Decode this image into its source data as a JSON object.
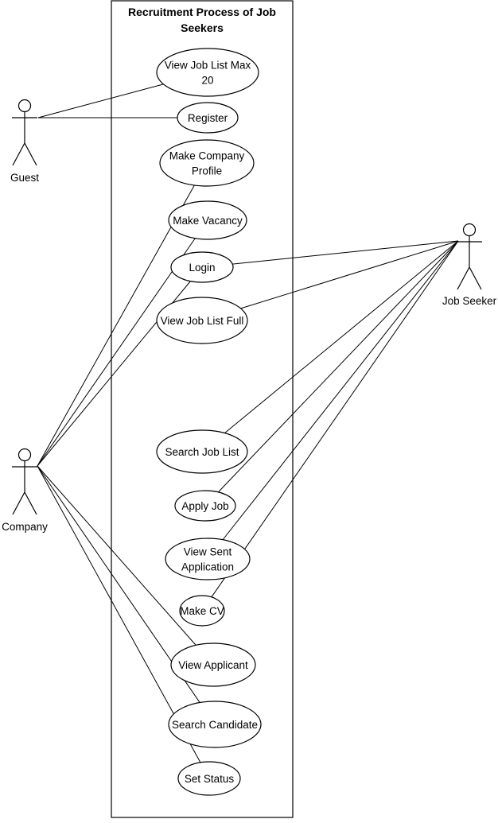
{
  "diagram": {
    "type": "uml-use-case",
    "system_boundary": {
      "title_lines": [
        "Recruitment Process of Job",
        "Seekers"
      ]
    },
    "actors": [
      {
        "id": "guest",
        "label": "Guest"
      },
      {
        "id": "jobseeker",
        "label": "Job Seeker"
      },
      {
        "id": "company",
        "label": "Company"
      }
    ],
    "use_cases": [
      {
        "id": "view_job_list_max",
        "lines": [
          "View Job List Max",
          "20"
        ]
      },
      {
        "id": "register",
        "lines": [
          "Register"
        ]
      },
      {
        "id": "make_company_profile",
        "lines": [
          "Make Company",
          "Profile"
        ]
      },
      {
        "id": "make_vacancy",
        "lines": [
          "Make Vacancy"
        ]
      },
      {
        "id": "login",
        "lines": [
          "Login"
        ]
      },
      {
        "id": "view_job_list_full",
        "lines": [
          "View Job List Full"
        ]
      },
      {
        "id": "search_job_list",
        "lines": [
          "Search Job List"
        ]
      },
      {
        "id": "apply_job",
        "lines": [
          "Apply Job"
        ]
      },
      {
        "id": "view_sent_application",
        "lines": [
          "View Sent",
          "Application"
        ]
      },
      {
        "id": "make_cv",
        "lines": [
          "Make CV"
        ]
      },
      {
        "id": "view_applicant",
        "lines": [
          "View Applicant"
        ]
      },
      {
        "id": "search_candidate",
        "lines": [
          "Search Candidate"
        ]
      },
      {
        "id": "set_status",
        "lines": [
          "Set Status"
        ]
      }
    ],
    "associations": [
      {
        "actor": "guest",
        "use_case": "view_job_list_max"
      },
      {
        "actor": "guest",
        "use_case": "register"
      },
      {
        "actor": "company",
        "use_case": "make_company_profile"
      },
      {
        "actor": "company",
        "use_case": "make_vacancy"
      },
      {
        "actor": "company",
        "use_case": "login"
      },
      {
        "actor": "company",
        "use_case": "view_applicant"
      },
      {
        "actor": "company",
        "use_case": "search_candidate"
      },
      {
        "actor": "company",
        "use_case": "set_status"
      },
      {
        "actor": "jobseeker",
        "use_case": "login"
      },
      {
        "actor": "jobseeker",
        "use_case": "view_job_list_full"
      },
      {
        "actor": "jobseeker",
        "use_case": "search_job_list"
      },
      {
        "actor": "jobseeker",
        "use_case": "apply_job"
      },
      {
        "actor": "jobseeker",
        "use_case": "view_sent_application"
      },
      {
        "actor": "jobseeker",
        "use_case": "make_cv"
      }
    ]
  }
}
